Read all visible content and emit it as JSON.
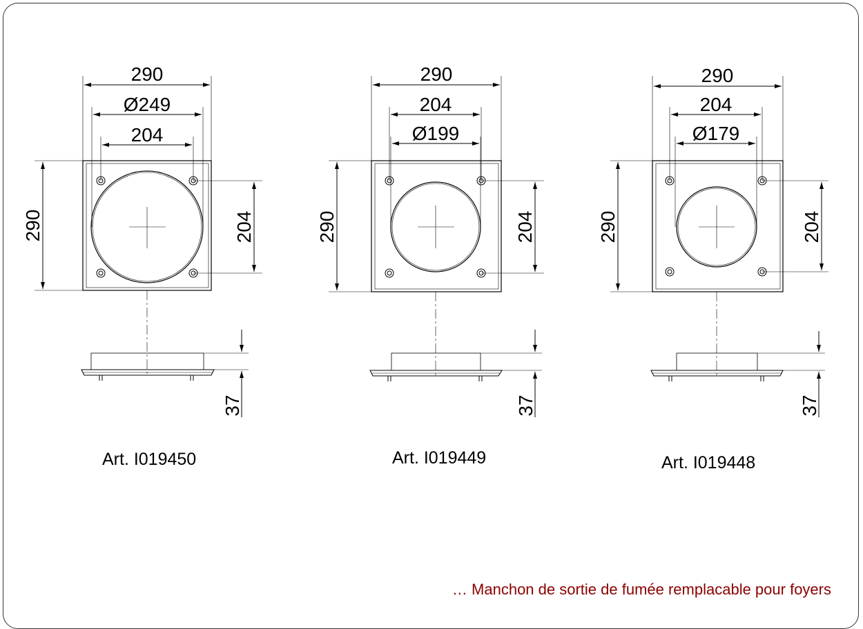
{
  "drawings": [
    {
      "article": "Art. I019450",
      "width_label": "290",
      "inner_top_label_1": "Ø249",
      "inner_top_label_2": "204",
      "height_label": "290",
      "hole_spacing_label": "204",
      "depth_label": "37"
    },
    {
      "article": "Art. I019449",
      "width_label": "290",
      "inner_top_label_1": "204",
      "inner_top_label_2": "Ø199",
      "height_label": "290",
      "hole_spacing_label": "204",
      "depth_label": "37"
    },
    {
      "article": "Art. I019448",
      "width_label": "290",
      "inner_top_label_1": "204",
      "inner_top_label_2": "Ø179",
      "height_label": "290",
      "hole_spacing_label": "204",
      "depth_label": "37"
    }
  ],
  "caption": "… Manchon de sortie de fumée remplacable pour foyers",
  "colors": {
    "caption": "#8b0000",
    "lines": "#000000",
    "frame": "#333333"
  }
}
